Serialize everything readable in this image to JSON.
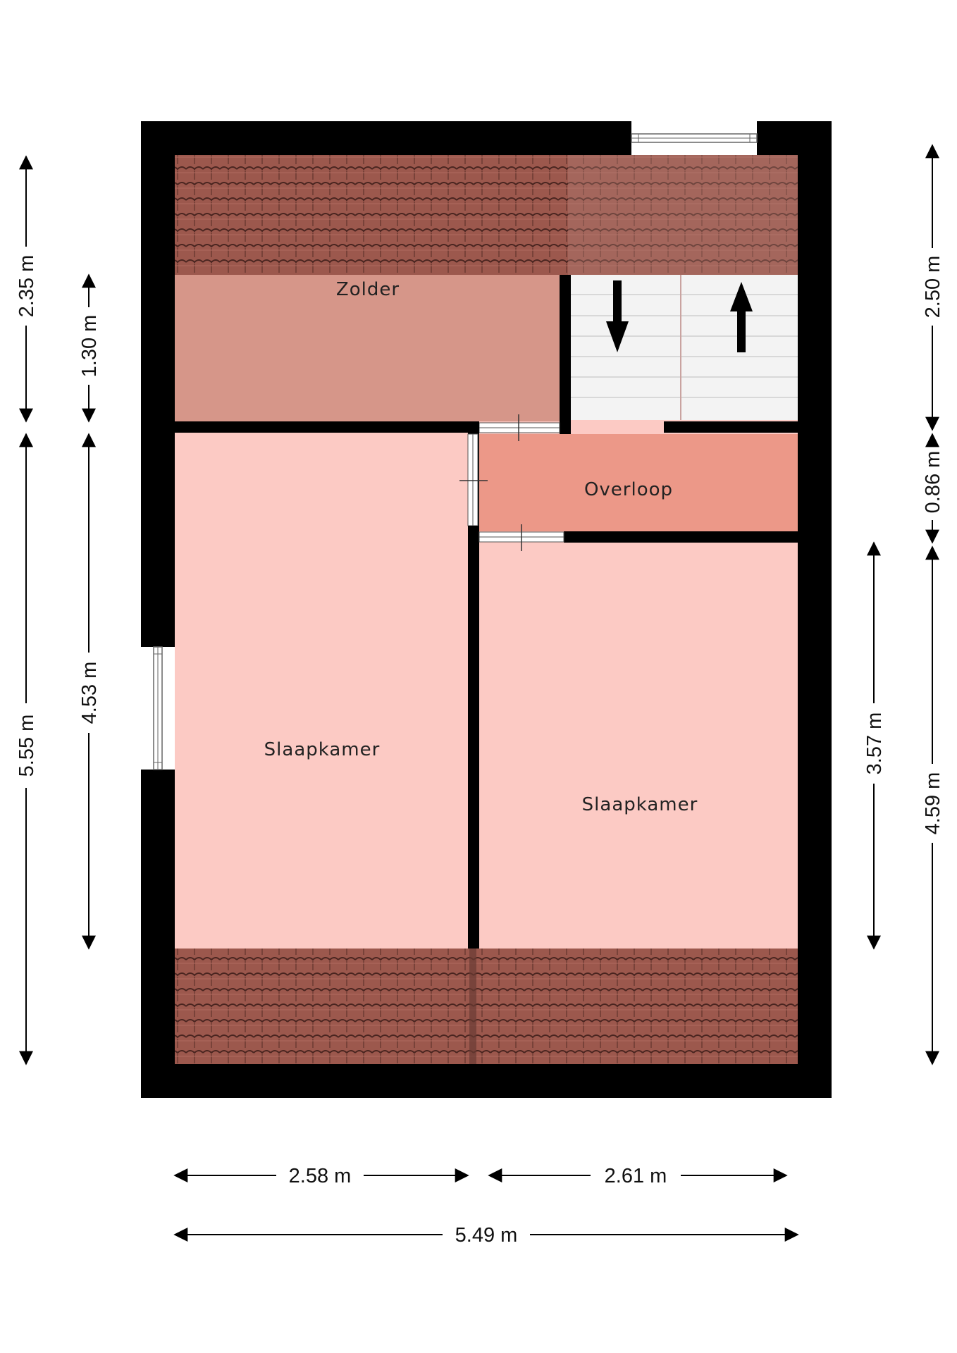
{
  "colors": {
    "wall": "#000000",
    "roof": "#9a544a",
    "zolder": "#d69689",
    "slaapkamer": "#fccac4",
    "overloop": "#ec9888",
    "stairs": "#f2f2f2",
    "window": "#ffffff"
  },
  "rooms": {
    "zolder": "Zolder",
    "overloop": "Overloop",
    "slaapkamer_left": "Slaapkamer",
    "slaapkamer_right": "Slaapkamer"
  },
  "dimensions": {
    "left_outer_top": "2.35 m",
    "left_outer_bottom": "5.55 m",
    "left_inner_top": "1.30 m",
    "left_inner_bottom": "4.53 m",
    "right_outer_top": "2.50 m",
    "right_outer_middle": "0.86 m",
    "right_outer_bottom": "4.59 m",
    "right_inner": "3.57 m",
    "bottom_left": "2.58 m",
    "bottom_right": "2.61 m",
    "bottom_total": "5.49 m"
  }
}
